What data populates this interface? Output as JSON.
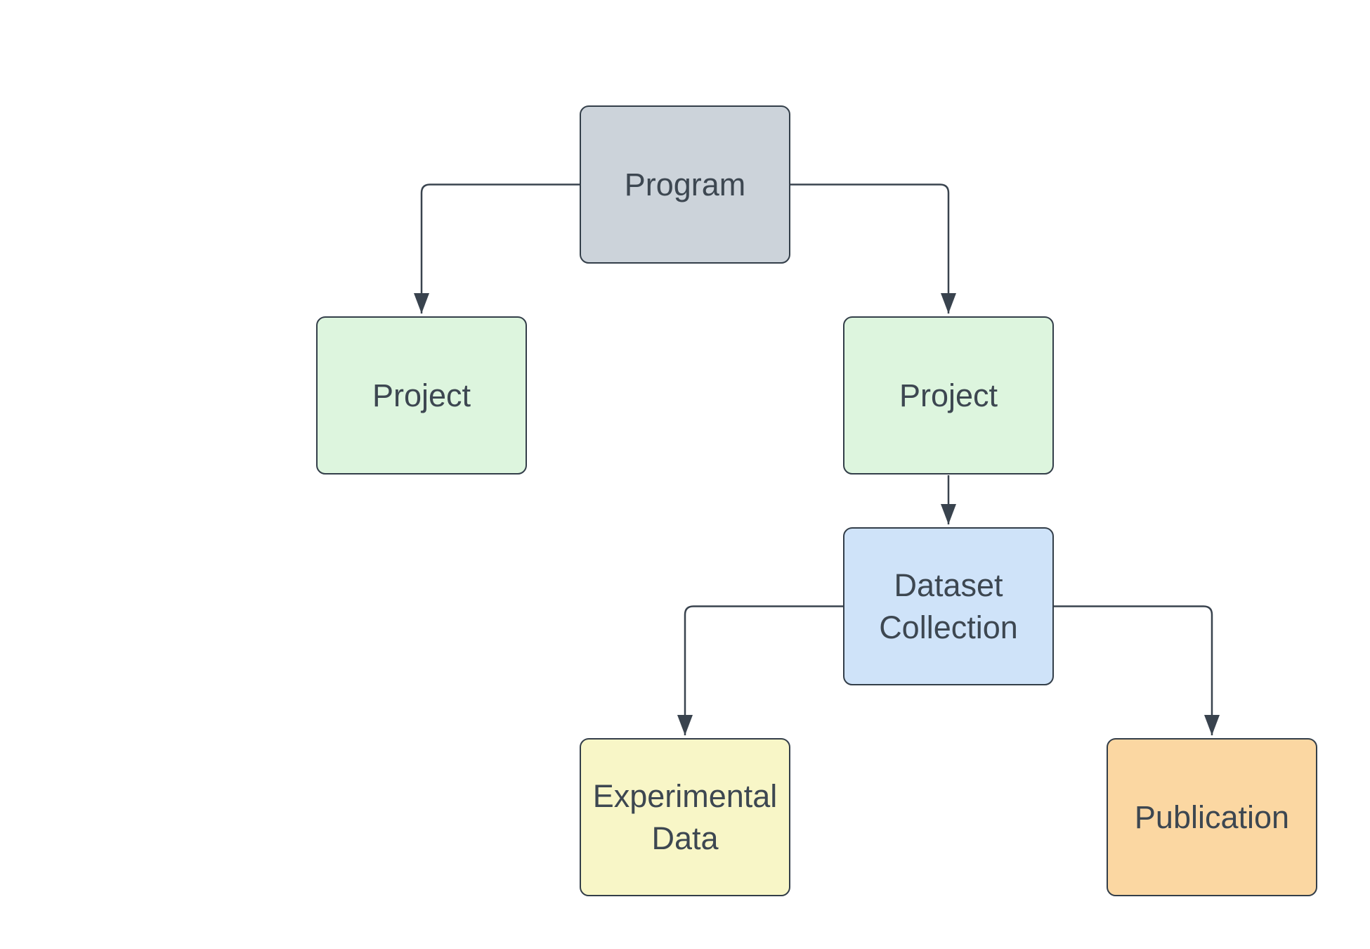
{
  "diagram": {
    "type": "flowchart",
    "orientation": "top-down",
    "background": "#ffffff",
    "colors": {
      "connector": "#39434e",
      "node_border": "#333e49",
      "node_text": "#3d4751"
    },
    "nodes": [
      {
        "id": "program",
        "label": "Program",
        "lines": [
          "Program"
        ],
        "fill": "#ccd3da"
      },
      {
        "id": "project-left",
        "label": "Project",
        "lines": [
          "Project"
        ],
        "fill": "#ddf5de"
      },
      {
        "id": "project-right",
        "label": "Project",
        "lines": [
          "Project"
        ],
        "fill": "#ddf5de"
      },
      {
        "id": "dataset-collection",
        "label": "Dataset Collection",
        "lines": [
          "Dataset",
          "Collection"
        ],
        "fill": "#cfe3f9"
      },
      {
        "id": "experimental-data",
        "label": "Experimental Data",
        "lines": [
          "Experimental",
          "Data"
        ],
        "fill": "#f8f6c7"
      },
      {
        "id": "publication",
        "label": "Publication",
        "lines": [
          "Publication"
        ],
        "fill": "#fbd7a2"
      }
    ],
    "edges": [
      {
        "from": "program",
        "to": "project-left",
        "arrow": "target"
      },
      {
        "from": "program",
        "to": "project-right",
        "arrow": "target"
      },
      {
        "from": "project-right",
        "to": "dataset-collection",
        "arrow": "target"
      },
      {
        "from": "dataset-collection",
        "to": "experimental-data",
        "arrow": "target"
      },
      {
        "from": "dataset-collection",
        "to": "publication",
        "arrow": "target"
      }
    ]
  }
}
